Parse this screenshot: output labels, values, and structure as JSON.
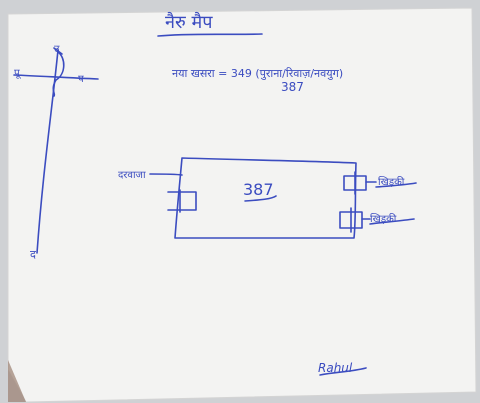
{
  "title": "नैरु मैप",
  "area_line_1": "नया खसरा = 349 (पुराना/रिवाज़/नवयुग)",
  "area_line_2": "387",
  "plot_number": "387",
  "compass": {
    "north": "उ",
    "south": "द",
    "east": "पू",
    "west": "प"
  },
  "labels": {
    "door": "दरवाजा",
    "window_1": "खिड़की",
    "window_2": "खिड़की"
  },
  "signature": "Rahul",
  "colors": {
    "ink": "#3b4cc0",
    "paper": "#f3f3f2",
    "background": "#cfd1d4"
  }
}
